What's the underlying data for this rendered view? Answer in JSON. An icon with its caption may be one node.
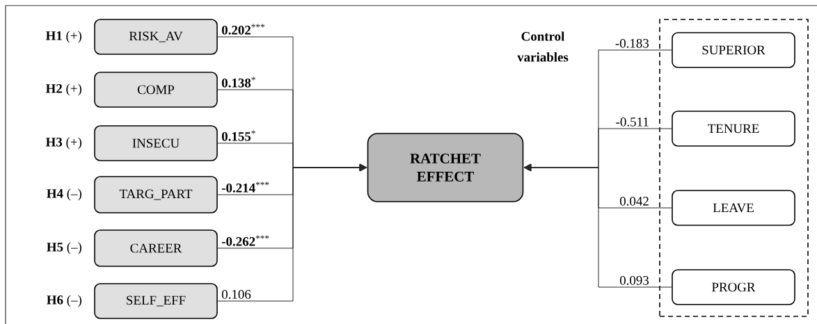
{
  "diagram": {
    "nodes": [
      {
        "text": [
          "RISK_AV"
        ],
        "beside": [
          "**H1** (+)"
        ]
      },
      {
        "text": [
          "COMP"
        ],
        "beside": [
          "**H2** (+)"
        ]
      },
      {
        "text": [
          "INSECU"
        ],
        "beside": [
          "**H3** (+)"
        ]
      },
      {
        "text": [
          "TARG_PART"
        ],
        "beside": [
          "**H4** (–)"
        ]
      },
      {
        "text": [
          "CAREER"
        ],
        "beside": [
          "**H5** (–)"
        ]
      },
      {
        "text": [
          "SELF_EFF"
        ],
        "beside": [
          "**H6** (–)"
        ]
      },
      {
        "text": [
          "RATCHET EFFECT"
        ]
      },
      {
        "text": [],
        "shape": "box"
      },
      {
        "text": [
          "SUPERIOR"
        ],
        "in": 7
      },
      {
        "text": [
          "TENURE"
        ],
        "in": 7
      },
      {
        "text": [
          "LEAVE"
        ],
        "in": 7
      },
      {
        "text": [
          "PROGR"
        ],
        "in": 7
      }
    ],
    "edges": [
      {
        "from": 0,
        "to": 6,
        "arrow": "to",
        "label": "**0.202**$^{***}$"
      },
      {
        "from": 1,
        "to": 6,
        "arrow": "to",
        "label": "**0.138**$^{*}$"
      },
      {
        "from": 2,
        "to": 6,
        "arrow": "to",
        "label": "**0.155**$^{*}$"
      },
      {
        "from": 3,
        "to": 6,
        "arrow": "to",
        "label": "**-0.214**$^{***}$"
      },
      {
        "from": 4,
        "to": 6,
        "arrow": "to",
        "label": "**-0.262**$^{***}$"
      },
      {
        "from": 5,
        "to": 6,
        "arrow": "to",
        "label": "0.106"
      },
      {
        "from": 8,
        "to": 6,
        "arrow": "to",
        "label": "-0.183"
      },
      {
        "from": 9,
        "to": 6,
        "arrow": "to",
        "label": "-0.511"
      },
      {
        "from": 10,
        "to": 6,
        "arrow": "to",
        "label": "0.042"
      },
      {
        "from": 11,
        "to": 6,
        "arrow": "to",
        "label": "0.093"
      }
    ],
    "labels": [
      "Control variables"
    ]
  }
}
